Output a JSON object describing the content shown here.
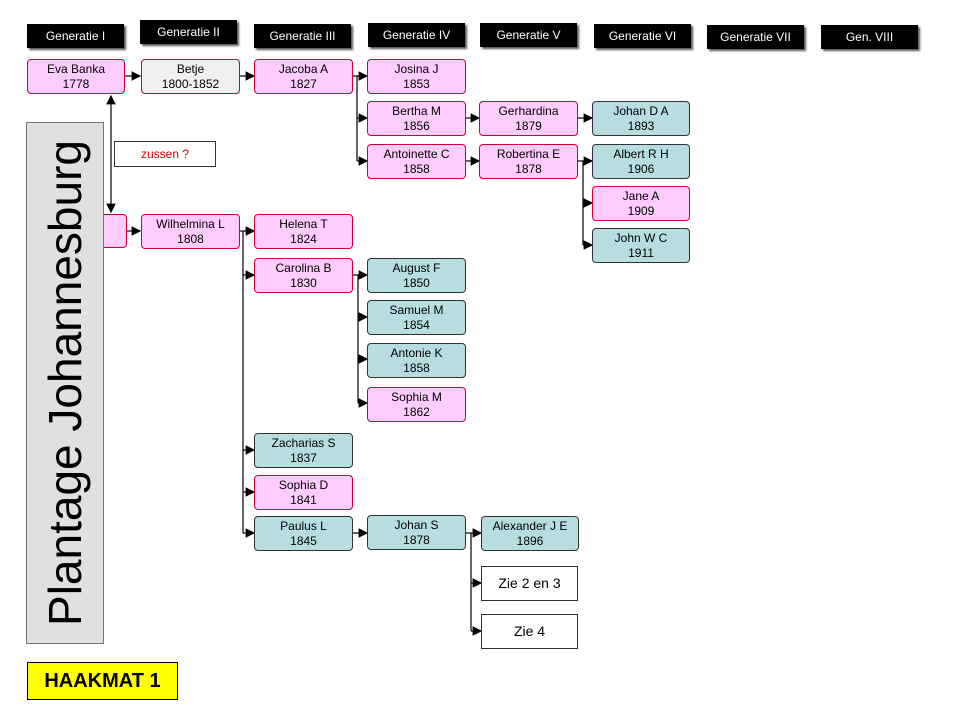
{
  "headers": [
    "Generatie  I",
    "Generatie  II",
    "Generatie  III",
    "Generatie  IV",
    "Generatie  V",
    "Generatie  VI",
    "Generatie  VII",
    "Gen.  VIII"
  ],
  "plantation": "Plantage Johannesburg",
  "zussen": "zussen ?",
  "haakmat": "HAAKMAT 1",
  "persons": {
    "eva": {
      "name": "Eva Banka",
      "year": "1778"
    },
    "betje": {
      "name": "Betje",
      "year": "1800-1852"
    },
    "jacoba": {
      "name": "Jacoba  A",
      "year": "1827"
    },
    "josina": {
      "name": "Josina  J",
      "year": "1853"
    },
    "bertha": {
      "name": "Bertha  M",
      "year": "1856"
    },
    "gerhardina": {
      "name": "Gerhardina",
      "year": "1879"
    },
    "johan_da": {
      "name": "Johan  D A",
      "year": "1893"
    },
    "antoinette": {
      "name": "Antoinette  C",
      "year": "1858"
    },
    "robertina": {
      "name": "Robertina  E",
      "year": "1878"
    },
    "albert": {
      "name": "Albert  R H",
      "year": "1906"
    },
    "jane": {
      "name": "Jane  A",
      "year": "1909"
    },
    "john": {
      "name": "John  W C",
      "year": "1911"
    },
    "wilhelmina": {
      "name": "Wilhelmina  L",
      "year": "1808"
    },
    "helena": {
      "name": "Helena  T",
      "year": "1824"
    },
    "carolina": {
      "name": "Carolina  B",
      "year": "1830"
    },
    "august": {
      "name": "August  F",
      "year": "1850"
    },
    "samuel": {
      "name": "Samuel  M",
      "year": "1854"
    },
    "antonie": {
      "name": "Antonie  K",
      "year": "1858"
    },
    "sophia_m": {
      "name": "Sophia  M",
      "year": "1862"
    },
    "zacharias": {
      "name": "Zacharias  S",
      "year": "1837"
    },
    "sophia_d": {
      "name": "Sophia  D",
      "year": "1841"
    },
    "paulus": {
      "name": "Paulus  L",
      "year": "1845"
    },
    "johan_s": {
      "name": "Johan  S",
      "year": "1878"
    },
    "alexander": {
      "name": "Alexander  J E",
      "year": "1896"
    }
  },
  "refs": {
    "zie23": "Zie 2 en 3",
    "zie4": "Zie 4"
  }
}
